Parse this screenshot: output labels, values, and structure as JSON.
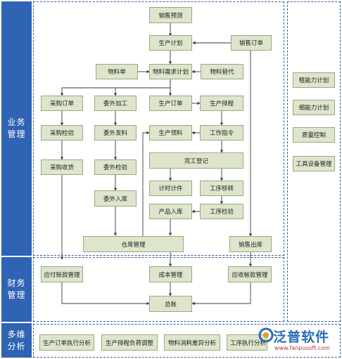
{
  "sections": {
    "business": "业务管理",
    "finance": "财务管理",
    "analysis": "多维分析"
  },
  "nodes": {
    "sales_forecast": "销售预测",
    "production_plan": "生产计划",
    "sales_order": "销售订单",
    "material_list": "物料单",
    "mrp": "物料需求计划",
    "material_substitute": "物料替代",
    "purchase_order": "采购订单",
    "outsource_process": "委外加工",
    "production_order": "生产订单",
    "production_schedule": "生产排程",
    "purchase_inspect": "采购检验",
    "outsource_issue": "委外发料",
    "production_picking": "生产领料",
    "work_instruction": "工作指令",
    "purchase_receive": "采购收货",
    "outsource_inspect": "委外检验",
    "completion_register": "完工登记",
    "piecework": "计时计件",
    "process_transfer": "工序移转",
    "outsource_stockin": "委外入库",
    "product_stockin": "产品入库",
    "process_inspect": "工序检验",
    "warehouse_mgmt": "仓库管理",
    "sales_outbound": "销售出库",
    "payable_mgmt": "应付账款管理",
    "cost_mgmt": "成本管理",
    "receivable_mgmt": "应收帐款管理",
    "general_ledger": "总账",
    "rough_capacity": "粗能力计划",
    "fine_capacity": "细能力计划",
    "quality_control": "质量控制",
    "tooling_mgmt": "工具设备管理",
    "analysis_1": "生产订单执行分析",
    "analysis_2": "生产排程负荷调整",
    "analysis_3": "物料消耗差异分析",
    "analysis_4": "工序执行分析"
  },
  "logo": {
    "name": "泛普软件",
    "url": "www.fanpusoft.com"
  },
  "colors": {
    "section_blue": "#2f63b3",
    "node_fill": "#dde6cc",
    "logo_blue": "#2c6db5"
  }
}
